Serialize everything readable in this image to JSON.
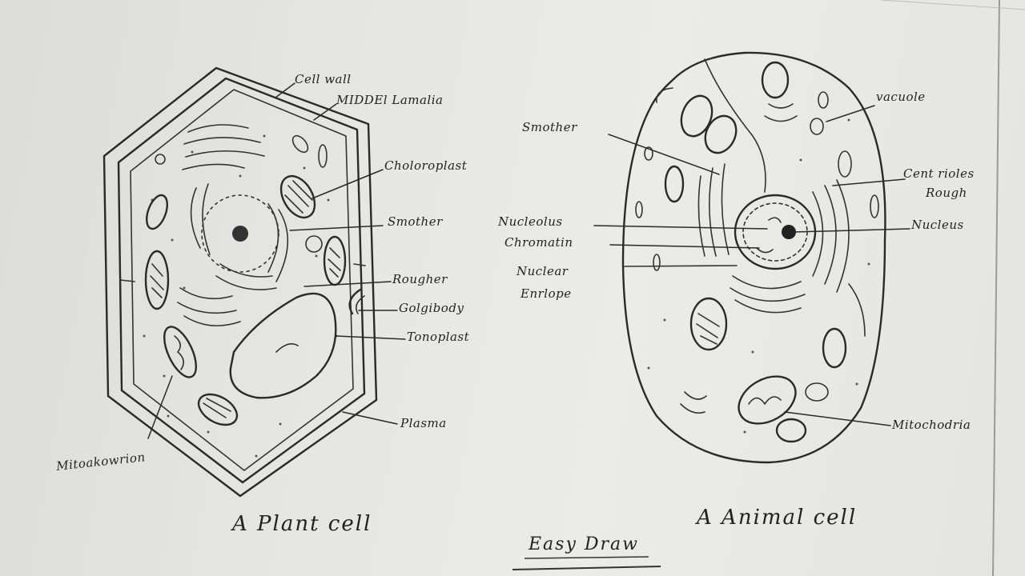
{
  "plant_cell": {
    "caption": "A Plant cell",
    "labels": {
      "cell_wall": "Cell wall",
      "middle_lamella": "MIDDEl Lamalia",
      "chloroplast": "Choloroplast",
      "smooth_er": "Smother",
      "rough_er": "Rougher",
      "golgi_body": "Golgibody",
      "tonoplast": "Tonoplast",
      "plasma": "Plasma",
      "mitochondrion": "Mitoakowrion"
    }
  },
  "animal_cell": {
    "caption": "A Animal cell",
    "labels": {
      "vacuole": "vacuole",
      "smooth_er": "Smother",
      "centrioles": "Cent rioles",
      "rough": "Rough",
      "nucleolus": "Nucleolus",
      "chromatin": "Chromatin",
      "nucleus": "Nucleus",
      "nuclear_envelope_1": "Nuclear",
      "nuclear_envelope_2": "Enrlope",
      "mitochondria": "Mitochodria"
    }
  },
  "footer": {
    "title": "Easy Draw"
  }
}
